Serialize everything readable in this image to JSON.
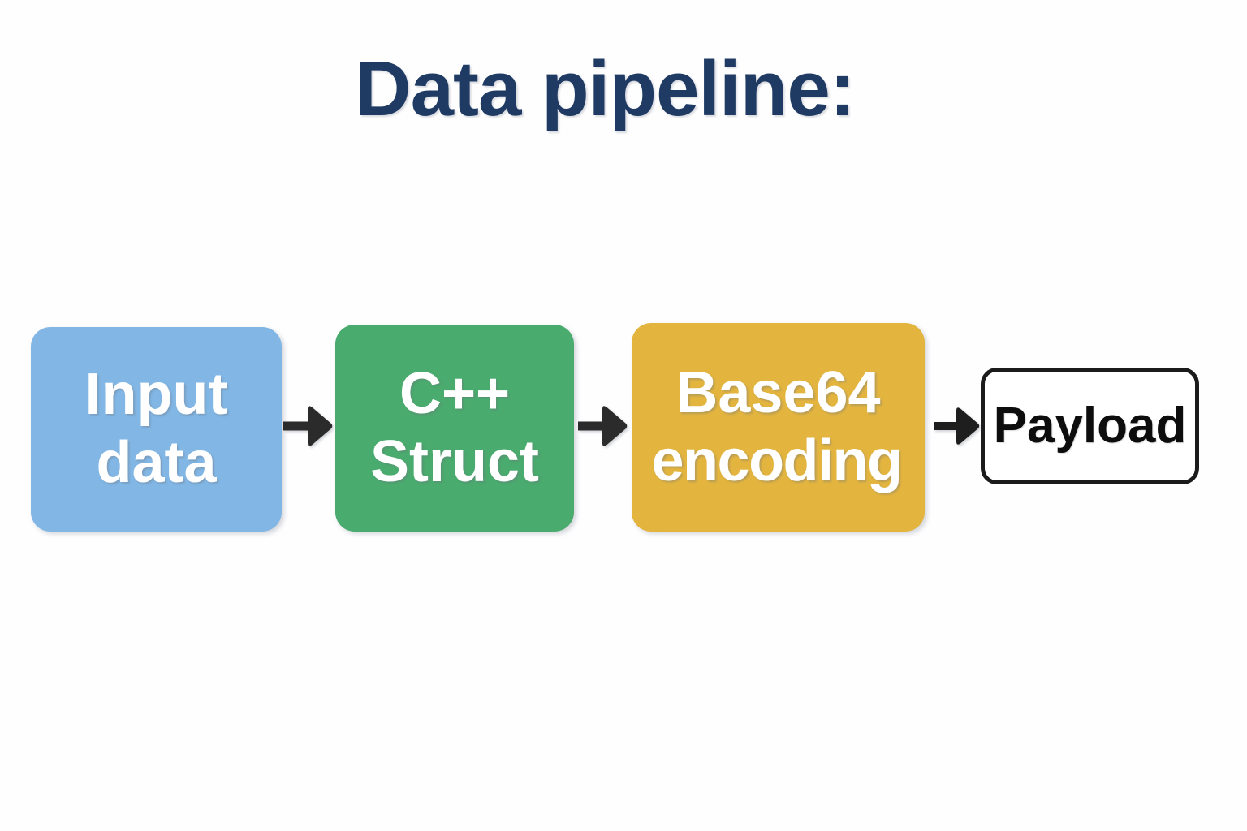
{
  "page": {
    "background_color": "#fefeff"
  },
  "title": {
    "text": "Data pipeline:",
    "color": "#1f3b63"
  },
  "diagram": {
    "type": "flow",
    "orientation": "left-to-right",
    "nodes": [
      {
        "id": "input",
        "lines": [
          "Input",
          "data"
        ],
        "fill": "#82b7e5",
        "text_color": "#ffffff",
        "shape": "rounded-rect"
      },
      {
        "id": "struct",
        "lines": [
          "C++",
          "Struct"
        ],
        "fill": "#4aab6e",
        "text_color": "#ffffff",
        "shape": "rounded-rect"
      },
      {
        "id": "encoding",
        "lines": [
          "Base64",
          "encoding"
        ],
        "fill": "#e3b53f",
        "text_color": "#ffffff",
        "shape": "rounded-rect"
      },
      {
        "id": "payload",
        "lines": [
          "Payload"
        ],
        "fill": "#ffffff",
        "text_color": "#0d0d0d",
        "border_color": "#1b1b1b",
        "shape": "rounded-rect-outlined"
      }
    ],
    "connectors": [
      {
        "id": "arrow-1",
        "from": "input",
        "to": "struct",
        "glyph": "arrow-right-icon",
        "color": "#2b2b2b"
      },
      {
        "id": "arrow-2",
        "from": "struct",
        "to": "encoding",
        "glyph": "arrow-right-icon",
        "color": "#2b2b2b"
      },
      {
        "id": "arrow-3",
        "from": "encoding",
        "to": "payload",
        "glyph": "arrow-right-icon",
        "color": "#1e1e1e"
      }
    ]
  }
}
